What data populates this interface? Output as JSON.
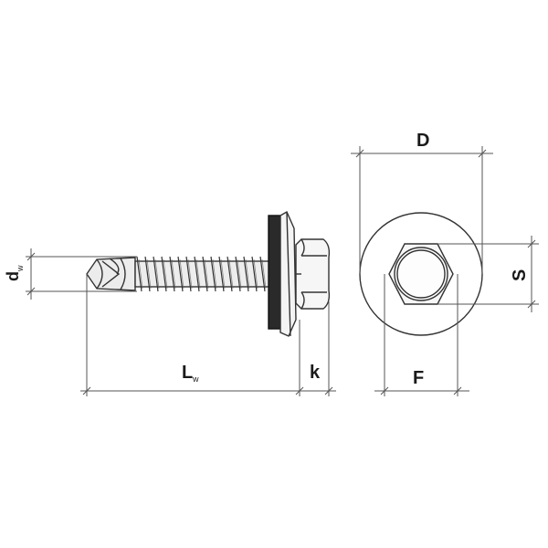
{
  "labels": {
    "dw_main": "d",
    "dw_sub": "w",
    "lw_main": "L",
    "lw_sub": "w",
    "k": "k",
    "D": "D",
    "S": "S",
    "F": "F"
  },
  "colors": {
    "line": "#333333",
    "dim_line": "#555555",
    "thread_fill": "#e6e6e6",
    "washer_rubber": "#2a2a2a"
  }
}
